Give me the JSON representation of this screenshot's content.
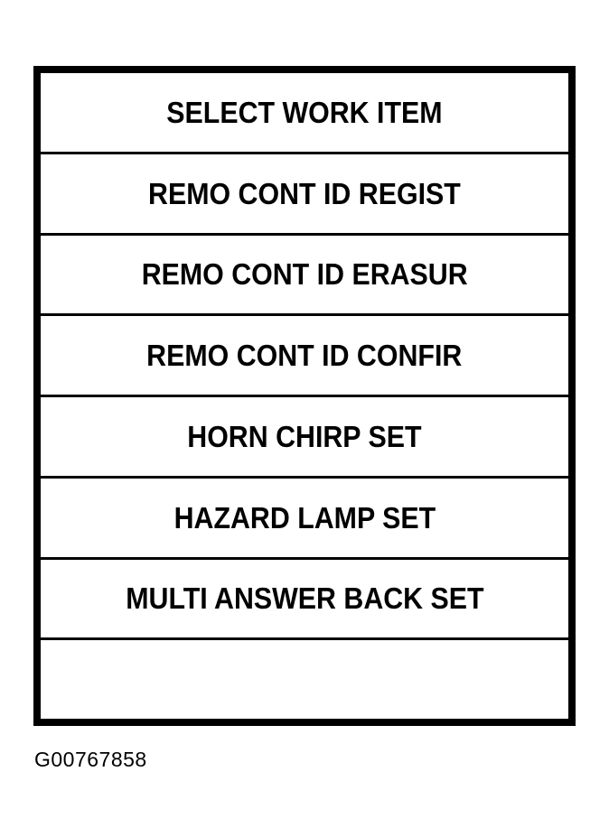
{
  "figure": {
    "caption": "G00767858",
    "frame": {
      "border_color": "#000000",
      "background_color": "#ffffff"
    }
  },
  "screen": {
    "title": "SELECT WORK ITEM",
    "rows": [
      {
        "label": "SELECT WORK ITEM",
        "role": "header"
      },
      {
        "label": "REMO CONT ID REGIST",
        "role": "menu-item"
      },
      {
        "label": "REMO CONT ID ERASUR",
        "role": "menu-item"
      },
      {
        "label": "REMO CONT ID CONFIR",
        "role": "menu-item"
      },
      {
        "label": "HORN CHIRP SET",
        "role": "menu-item"
      },
      {
        "label": "HAZARD LAMP SET",
        "role": "menu-item"
      },
      {
        "label": "MULTI ANSWER BACK SET",
        "role": "menu-item"
      },
      {
        "label": "",
        "role": "empty"
      }
    ]
  },
  "colors": {
    "ink": "#000000",
    "paper": "#ffffff"
  }
}
